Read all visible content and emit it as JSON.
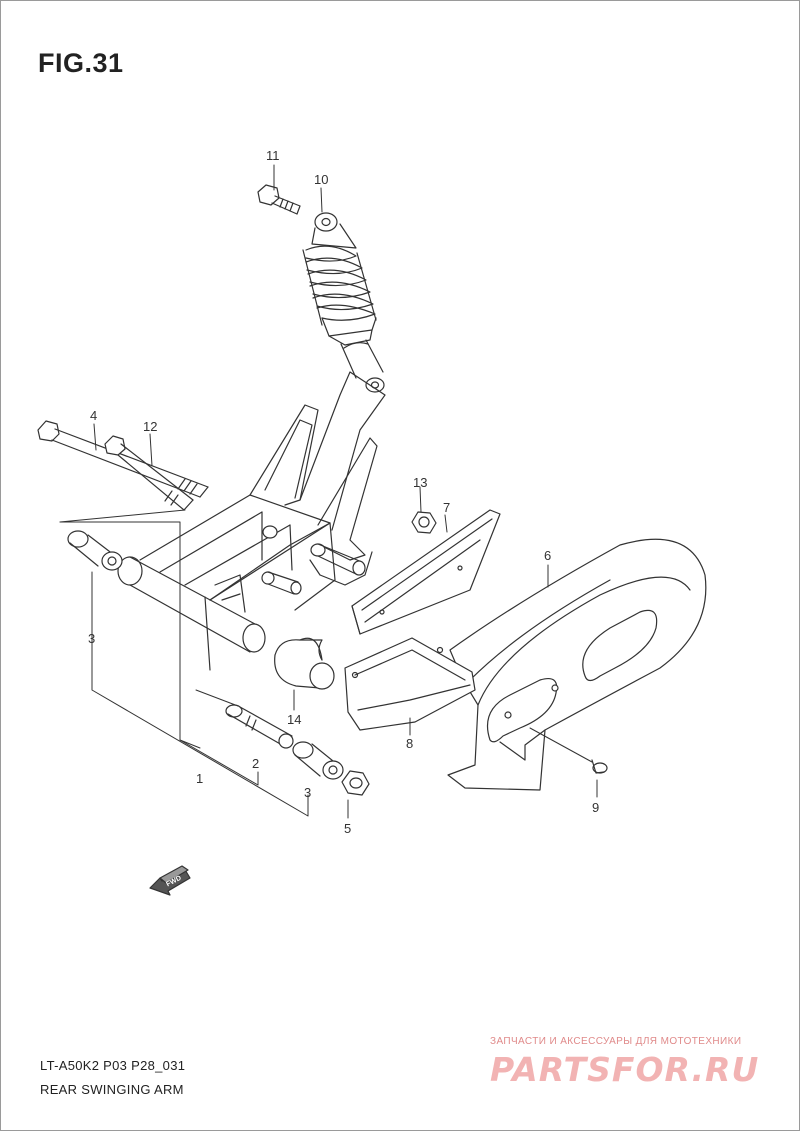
{
  "figure": {
    "title": "FIG.31",
    "code": "LT-A50K2  P03  P28_031",
    "name": "REAR SWINGING ARM"
  },
  "callouts": [
    "11",
    "10",
    "4",
    "12",
    "13",
    "7",
    "6",
    "3",
    "14",
    "1",
    "2",
    "3",
    "5",
    "8",
    "9"
  ],
  "fwd_label": "FWD",
  "watermark": {
    "tagline": "ЗАПЧАСТИ И АКСЕССУАРЫ ДЛЯ МОТОТЕХНИКИ",
    "logo": "PARTSFOR.RU"
  },
  "colors": {
    "line": "#333333",
    "watermark": "#f2b3b3"
  }
}
